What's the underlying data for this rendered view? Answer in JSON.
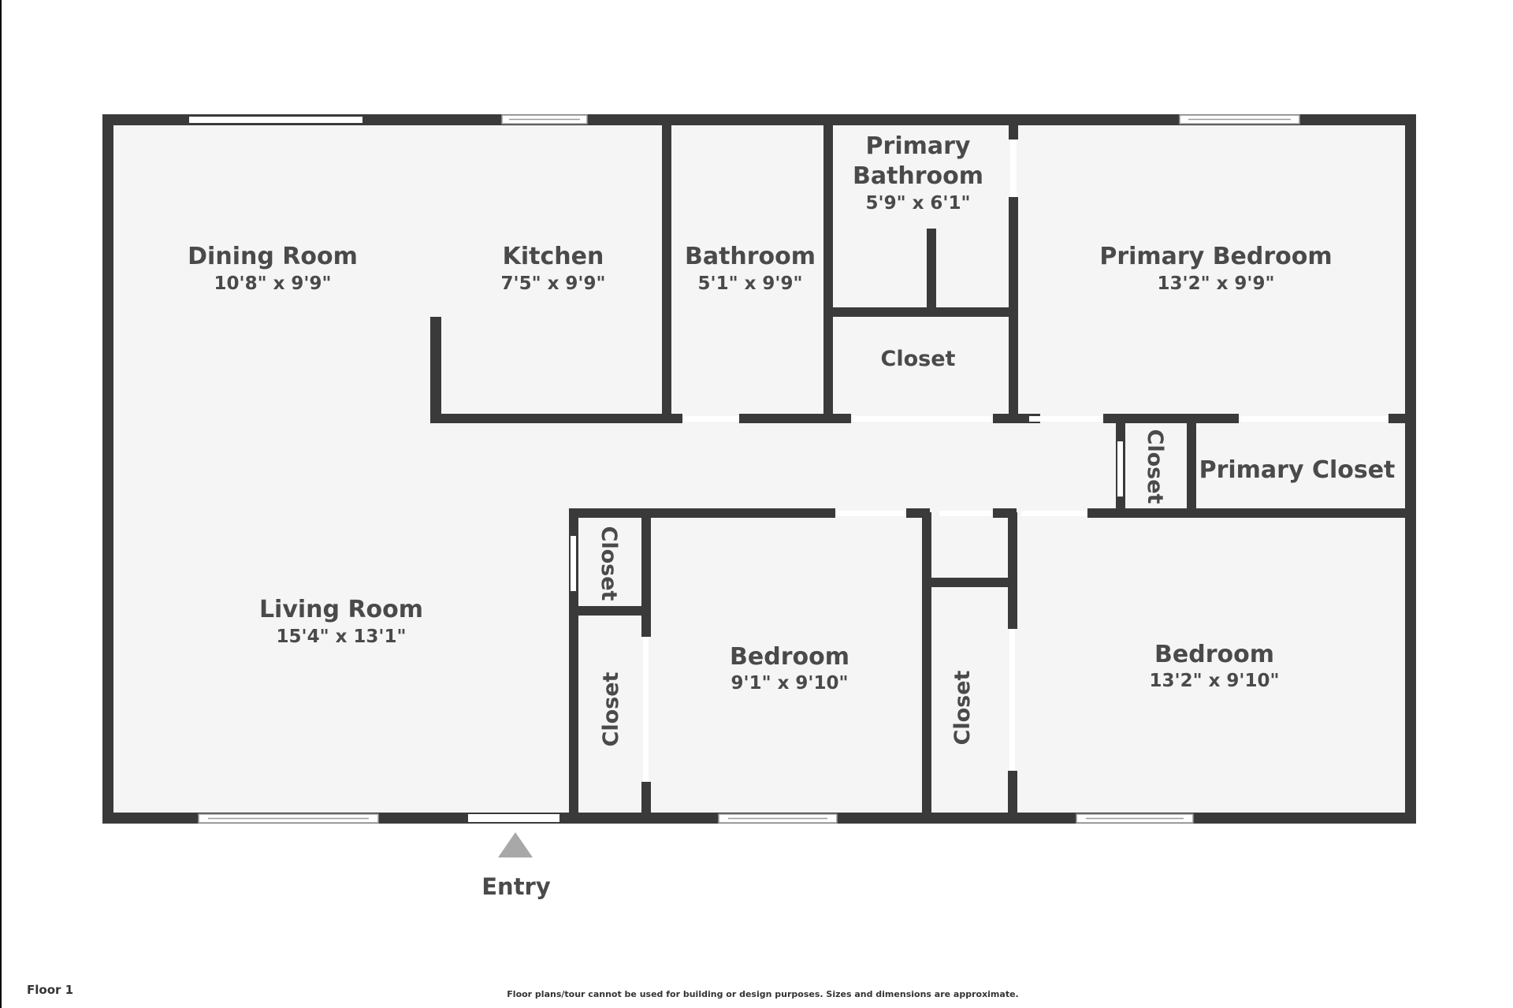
{
  "rooms": {
    "dining": {
      "name": "Dining Room",
      "dim": "10'8\" x 9'9\""
    },
    "kitchen": {
      "name": "Kitchen",
      "dim": "7'5\" x 9'9\""
    },
    "bathroom": {
      "name": "Bathroom",
      "dim": "5'1\" x 9'9\""
    },
    "primary_bath": {
      "name_line1": "Primary",
      "name_line2": "Bathroom",
      "dim": "5'9\" x 6'1\""
    },
    "primary_bedroom": {
      "name": "Primary Bedroom",
      "dim": "13'2\" x 9'9\""
    },
    "living": {
      "name": "Living Room",
      "dim": "15'4\" x 13'1\""
    },
    "bedroom_mid": {
      "name": "Bedroom",
      "dim": "9'1\" x 9'10\""
    },
    "bedroom_right": {
      "name": "Bedroom",
      "dim": "13'2\" x 9'10\""
    },
    "primary_closet": {
      "name": "Primary Closet"
    }
  },
  "closets": {
    "upper": "Closet",
    "hall_vertical": "Closet",
    "left_small": "Closet",
    "left_tall": "Closet",
    "mid_tall": "Closet"
  },
  "entry_label": "Entry",
  "footer": {
    "floor_label": "Floor 1",
    "disclaimer": "Floor plans/tour cannot be used for building or design purposes. Sizes and dimensions are approximate."
  },
  "colors": {
    "wall": "#3a3a3a",
    "floor": "#f5f5f5",
    "opening": "#ffffff",
    "window_frame": "#9a9a9a",
    "entry_arrow": "#a8a8a8",
    "text": "#4a4a4a"
  }
}
